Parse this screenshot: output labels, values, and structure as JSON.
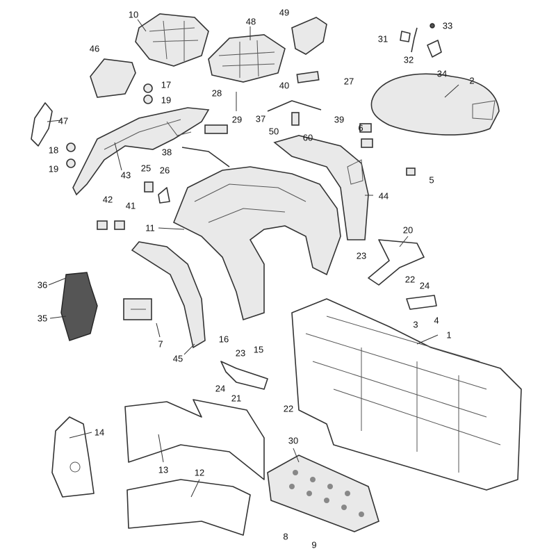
{
  "title": "Body / Frame Parts Diagram",
  "callouts": [
    "10",
    "48",
    "49",
    "31",
    "32",
    "33",
    "34",
    "46",
    "17",
    "19",
    "47",
    "2",
    "28",
    "29",
    "40",
    "27",
    "37",
    "39",
    "50",
    "60",
    "6",
    "18",
    "19",
    "43",
    "38",
    "25",
    "26",
    "44",
    "5",
    "42",
    "41",
    "11",
    "20",
    "23",
    "22",
    "24",
    "36",
    "35",
    "3",
    "4",
    "1",
    "7",
    "16",
    "15",
    "45",
    "23",
    "24",
    "21",
    "22",
    "14",
    "30",
    "13",
    "12",
    "8",
    "9"
  ]
}
